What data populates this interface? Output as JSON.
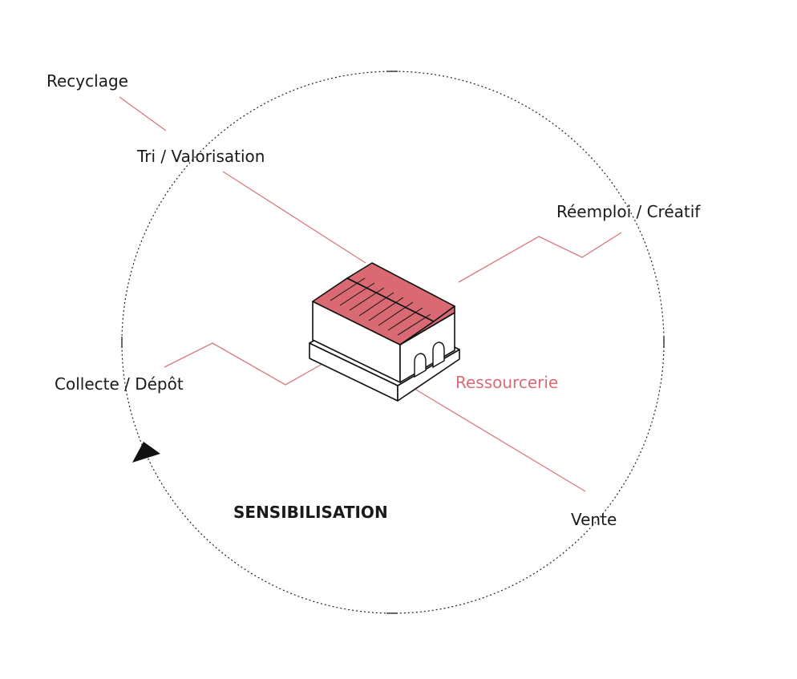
{
  "labels": {
    "recyclage": "Recyclage",
    "tri": "Tri / Valorisation",
    "reemploi": "Réemploi / Créatif",
    "collecte": "Collecte / Dépôt",
    "ressourcerie": "Ressourcerie",
    "vente": "Vente",
    "sensibilisation": "SENSIBILISATION"
  },
  "colors": {
    "accent": "#d96b72",
    "roof": "#d96a73",
    "text": "#1a1a1a",
    "line": "#222222"
  },
  "icons": [
    "warehouse-icon",
    "cycle-arrow-icon"
  ]
}
